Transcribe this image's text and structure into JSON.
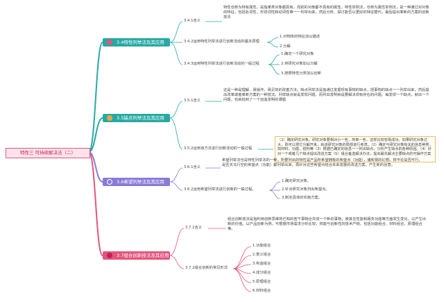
{
  "root": "特性三 可持续解决法（二）",
  "colors": {
    "root": "#e2557d",
    "b34": "#27a9a3",
    "b35": "#27a9a3",
    "b36": "#8a7ad6",
    "b37": "#e2557d",
    "detail": "#e8c06a"
  },
  "b34": {
    "title": "3.4特性列举法及其应用",
    "n1": {
      "label": "3.4.1含义",
      "text": "特性也称为特有属性，是指某类对象都具有，而别的对象都不具有的属性。特性举例法，也称为属性举例法，是一种通过对对象的特征，包括名词性、形容词性和动词性等一一列举出来，然后分析、探讨能否以更好的特征替代，最后提出革新的方案的创新技法"
    },
    "n2": {
      "label": "3.4.2运用特性列举法进行创新活动的基本原理",
      "items": [
        "1.对物体的特征加以描述",
        "2.分解"
      ]
    },
    "n3": {
      "label": "3.4.3运用特性列举法进行创新活动的一般过程",
      "items": [
        "1.确定一个研究对象",
        "2.将研究对象加以分解",
        "3.按照特性分类加以创新"
      ]
    }
  },
  "b35": {
    "title": "3.5缺点列举法及其应用",
    "n1": {
      "label": "3.5.1含义",
      "text": "这是一种是理解、易操作、易见效的改善方法。缺点列举法是指通过发掘现有事物的缺点，把事物的缺点一一列举出来，然后提出改革或者革新方案的一种技法。列举缺点就是发现问题，而列出发明就是要解决现有存在的问题。每发现一个缺点，就出一个问题，也就找到了一个创造发明的课题"
    },
    "n2": {
      "label": "3.5.2运用该方法进行创新活动的一般过程",
      "text": "（1）确定研究对象。研究对象要相对小一些，简单一些，这样比较容易成功。如果研究对象过大，则可以把它分解开来，就该研究对象的局部进行考虑。（2）确定与研究对象有关的信息种类，如材料、功能、结构等（3）根据已确定的信息一一列出缺点，分析产生缺点的各种原因。（4）针对一个或者几个缺点提出改进方案（5）组合备选解决办法，提出最先解决主要缺点的可操作方案"
    }
  },
  "b36": {
    "title": "3.6希望列举法及其应用",
    "n1": {
      "label": "3.6.1含义",
      "text": "希望列举法也是特性列举法的一种，所要列出的特性是产品所希望拥有的希望点（功能），诸和猜的幻想。将不论是否可行，是否天马行空的希望点（功能）都列举出来，再针对这些希望点结合未来发展的改进方案、产生新的创意。"
    },
    "n2": {
      "label": "3.6.2运用希望列举法进行创新的一般过程。",
      "items": [
        "1.确定研究对象。",
        "2.针对研究对象列出希望点。",
        "3.制定具体的实施方案。"
      ]
    }
  },
  "b37": {
    "title": "3.7组合创新技法及其应用",
    "n1": {
      "label": "3.7.1含义",
      "text": "组合创新技法是指利用创新思维将已知的若干事物合并成一个新的事物，使其在性能和服务功能等方面发生变化，以产生出新的价值。以产品创新为例，可根据市场需求分析比较，将能与创新性的技术产物，包括功能组合、材料组合、原理组合等。"
    },
    "n2": {
      "label": "3.7.2组合创新的常见形式",
      "items": [
        "1.功能组合",
        "2.意义组合",
        "3.构造组合",
        "4.成分组合",
        "5.原理组合",
        "6.材料组合"
      ]
    }
  }
}
